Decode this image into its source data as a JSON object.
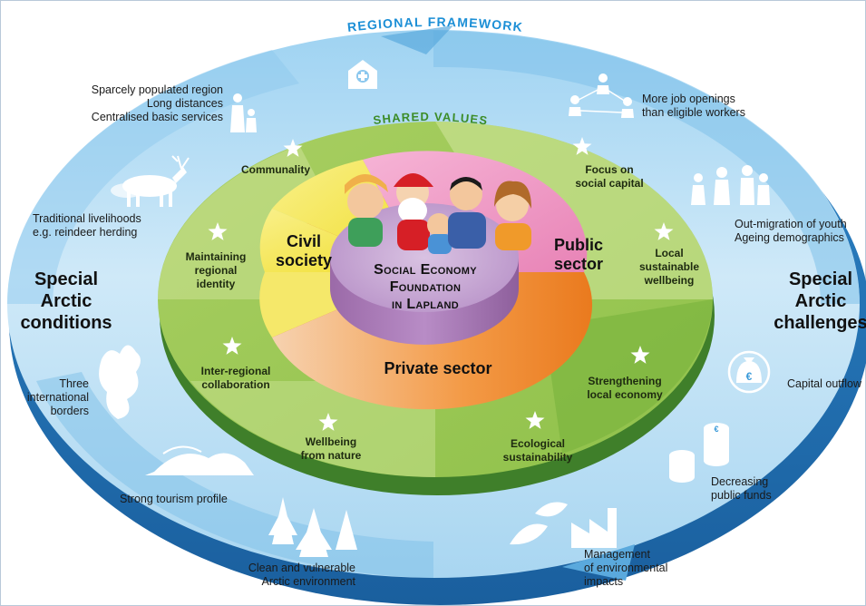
{
  "outer_ring": {
    "title": "REGIONAL FRAMEWORK"
  },
  "middle_ring": {
    "title": "SHARED VALUES"
  },
  "center": {
    "lines": [
      "Social Economy",
      "Foundation",
      "in Lapland"
    ]
  },
  "sectors": {
    "civil": [
      "Civil",
      "society"
    ],
    "public": [
      "Public",
      "sector"
    ],
    "private": [
      "Private sector"
    ]
  },
  "side_titles": {
    "left": [
      "Special",
      "Arctic",
      "conditions"
    ],
    "right": [
      "Special",
      "Arctic",
      "challenges"
    ]
  },
  "shared_values": {
    "communality": [
      "Communality"
    ],
    "maintaining": [
      "Maintaining",
      "regional",
      "identity"
    ],
    "inter_regional": [
      "Inter-regional",
      "collaboration"
    ],
    "wellbeing_nature": [
      "Wellbeing",
      "from nature"
    ],
    "ecological": [
      "Ecological",
      "sustainability"
    ],
    "strengthening": [
      "Strengthening",
      "local economy"
    ],
    "local_sustainable": [
      "Local",
      "sustainable",
      "wellbeing"
    ],
    "social_capital": [
      "Focus on",
      "social capital"
    ]
  },
  "conditions": {
    "sparse": [
      "Sparcely populated region",
      "Long distances",
      "Centralised basic services"
    ],
    "traditional": [
      "Traditional livelihoods",
      "e.g. reindeer herding"
    ],
    "borders": [
      "Three",
      "international",
      "borders"
    ],
    "tourism": [
      "Strong tourism profile"
    ],
    "environment": [
      "Clean and vulnerable",
      "Arctic environment"
    ]
  },
  "challenges": {
    "jobs": [
      "More job openings",
      "than eligible workers"
    ],
    "migration": [
      "Out-migration of youth",
      "Ageing demographics"
    ],
    "capital": [
      "Capital outflow"
    ],
    "funds": [
      "Decreasing",
      "public funds"
    ],
    "env_impacts": [
      "Management",
      "of environmental",
      "impacts"
    ]
  },
  "icons": [
    "health-center-icon",
    "family-icon",
    "reindeer-icon",
    "lapland-map-icon",
    "fells-icon",
    "spruce-trees-icon",
    "network-people-icon",
    "migrating-people-icon",
    "euro-moneybag-icon",
    "coin-stacks-icon",
    "factory-leaf-icon",
    "people-group-illustration",
    "star-icon"
  ],
  "colors": {
    "outer_ring": "#3a9ad9",
    "outer_ring_light": "#b9def4",
    "middle_ring": "#86bd45",
    "middle_ring_light": "#cfe49a",
    "core_top": "#c7a7d3",
    "civil": "#f3e64a",
    "public": "#ef8fc0",
    "private": "#f08a2a"
  }
}
